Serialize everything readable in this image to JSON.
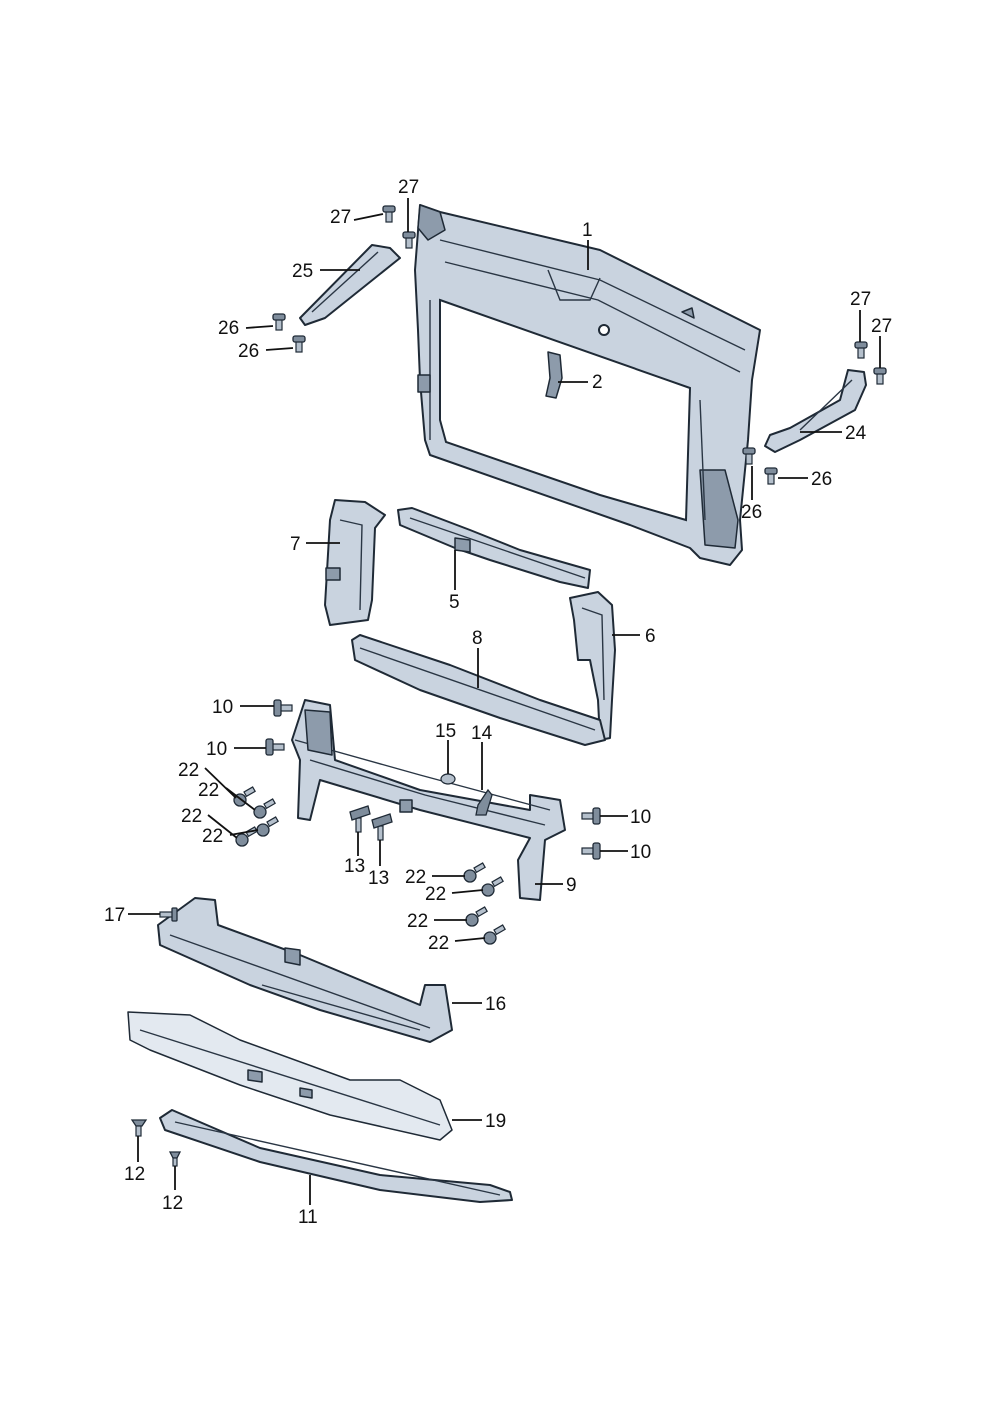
{
  "callouts": [
    {
      "id": "c1",
      "label": "1"
    },
    {
      "id": "c2",
      "label": "2"
    },
    {
      "id": "c5",
      "label": "5"
    },
    {
      "id": "c6",
      "label": "6"
    },
    {
      "id": "c7",
      "label": "7"
    },
    {
      "id": "c8",
      "label": "8"
    },
    {
      "id": "c9",
      "label": "9"
    },
    {
      "id": "c10a",
      "label": "10"
    },
    {
      "id": "c10b",
      "label": "10"
    },
    {
      "id": "c10c",
      "label": "10"
    },
    {
      "id": "c10d",
      "label": "10"
    },
    {
      "id": "c11",
      "label": "11"
    },
    {
      "id": "c12a",
      "label": "12"
    },
    {
      "id": "c12b",
      "label": "12"
    },
    {
      "id": "c13a",
      "label": "13"
    },
    {
      "id": "c13b",
      "label": "13"
    },
    {
      "id": "c14",
      "label": "14"
    },
    {
      "id": "c15",
      "label": "15"
    },
    {
      "id": "c16",
      "label": "16"
    },
    {
      "id": "c17",
      "label": "17"
    },
    {
      "id": "c19",
      "label": "19"
    },
    {
      "id": "c22a",
      "label": "22"
    },
    {
      "id": "c22b",
      "label": "22"
    },
    {
      "id": "c22c",
      "label": "22"
    },
    {
      "id": "c22d",
      "label": "22"
    },
    {
      "id": "c22e",
      "label": "22"
    },
    {
      "id": "c22f",
      "label": "22"
    },
    {
      "id": "c22g",
      "label": "22"
    },
    {
      "id": "c22h",
      "label": "22"
    },
    {
      "id": "c24",
      "label": "24"
    },
    {
      "id": "c25",
      "label": "25"
    },
    {
      "id": "c26a",
      "label": "26"
    },
    {
      "id": "c26b",
      "label": "26"
    },
    {
      "id": "c26c",
      "label": "26"
    },
    {
      "id": "c26d",
      "label": "26"
    },
    {
      "id": "c27a",
      "label": "27"
    },
    {
      "id": "c27b",
      "label": "27"
    },
    {
      "id": "c27c",
      "label": "27"
    },
    {
      "id": "c27d",
      "label": "27"
    }
  ]
}
